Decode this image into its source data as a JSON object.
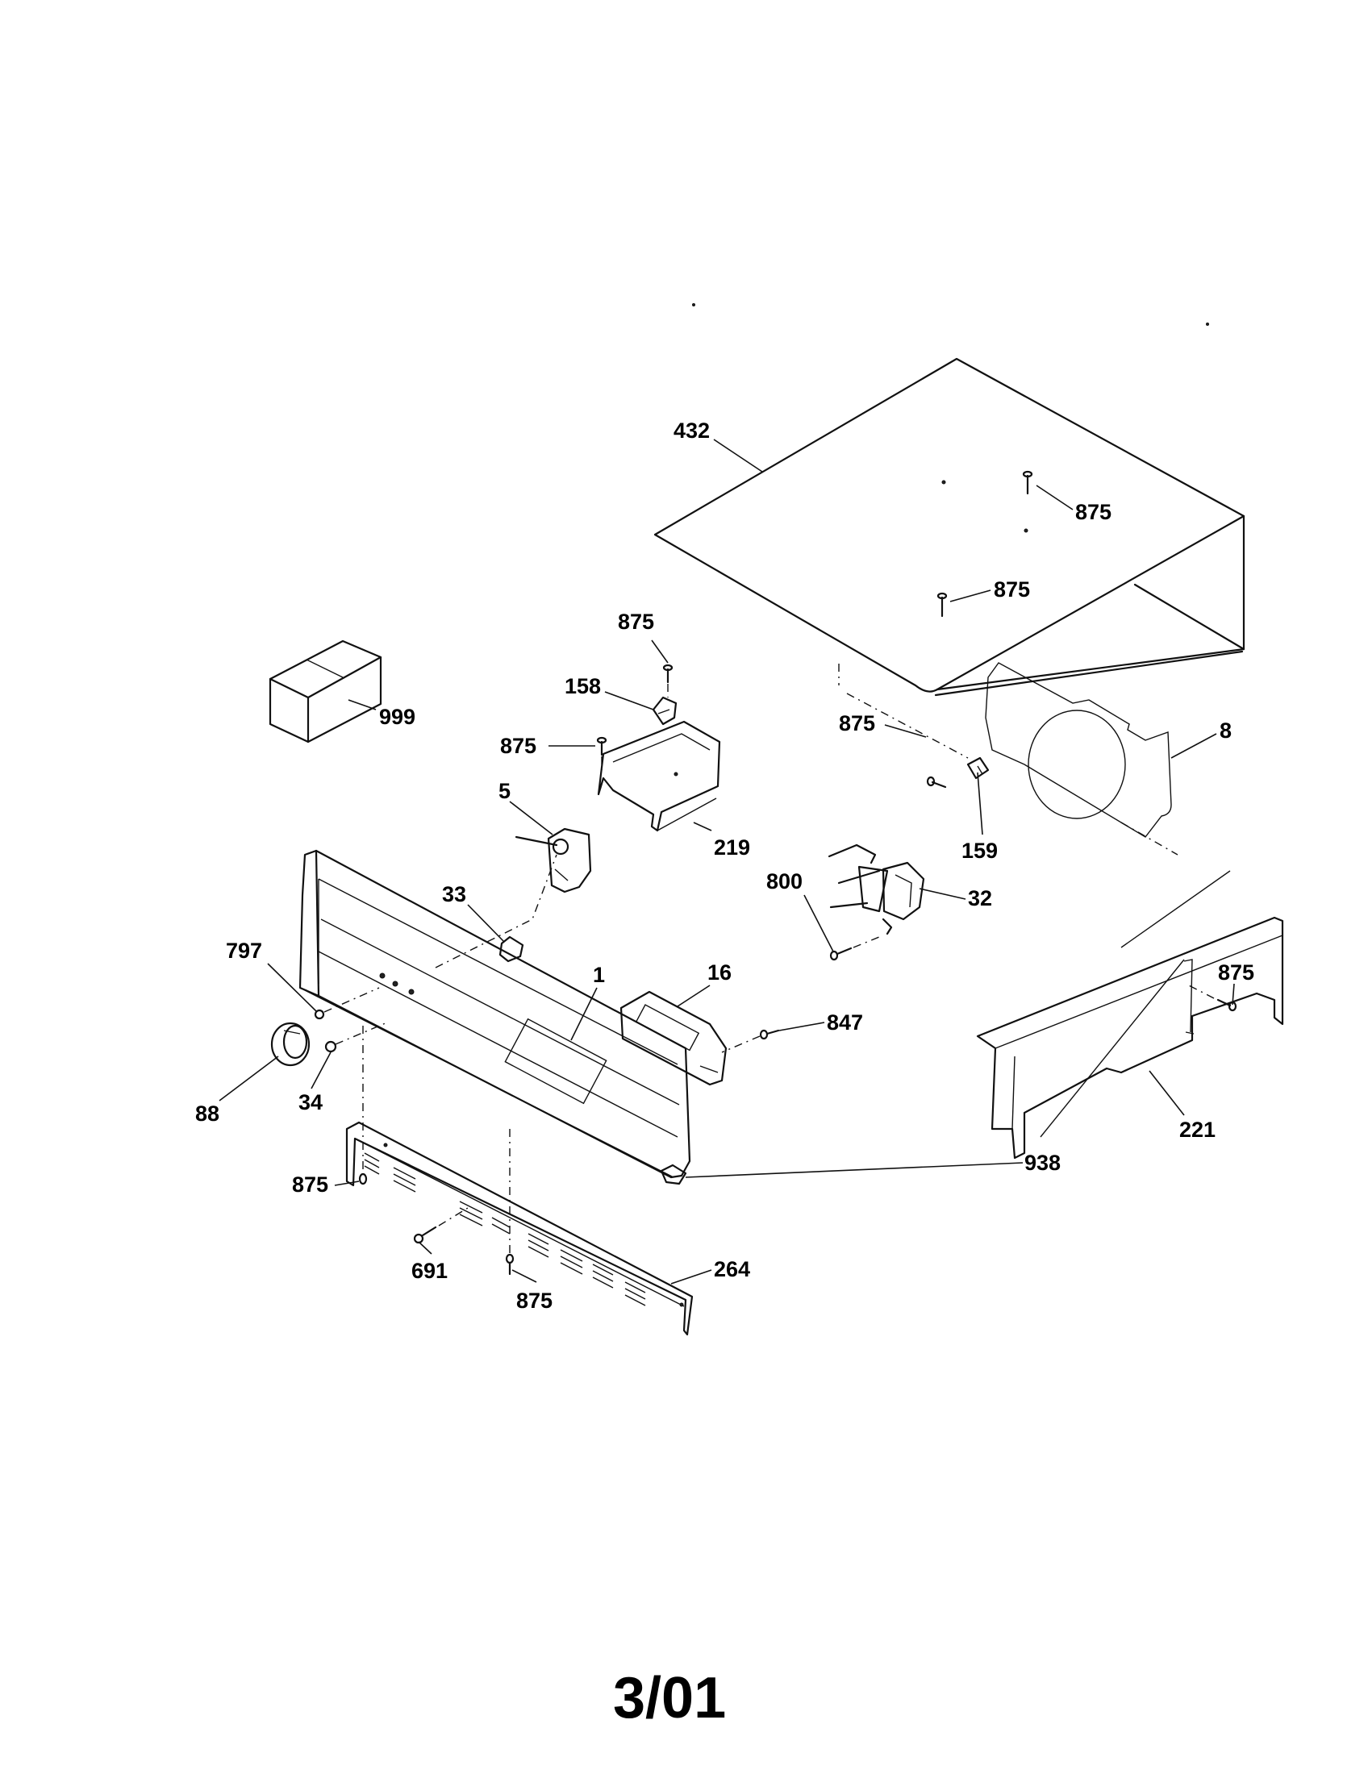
{
  "callouts": {
    "c432": "432",
    "c875_a": "875",
    "c875_b": "875",
    "c875_c": "875",
    "c158": "158",
    "c875_d": "875",
    "c999": "999",
    "c8": "8",
    "c875_e": "875",
    "c5": "5",
    "c159": "159",
    "c219": "219",
    "c33": "33",
    "c800": "800",
    "c32": "32",
    "c797": "797",
    "c1": "1",
    "c16": "16",
    "c875_f": "875",
    "c847": "847",
    "c88": "88",
    "c34": "34",
    "c221": "221",
    "c938": "938",
    "c875_g": "875",
    "c691": "691",
    "c875_h": "875",
    "c264": "264"
  },
  "footer": {
    "date": "3/01"
  }
}
